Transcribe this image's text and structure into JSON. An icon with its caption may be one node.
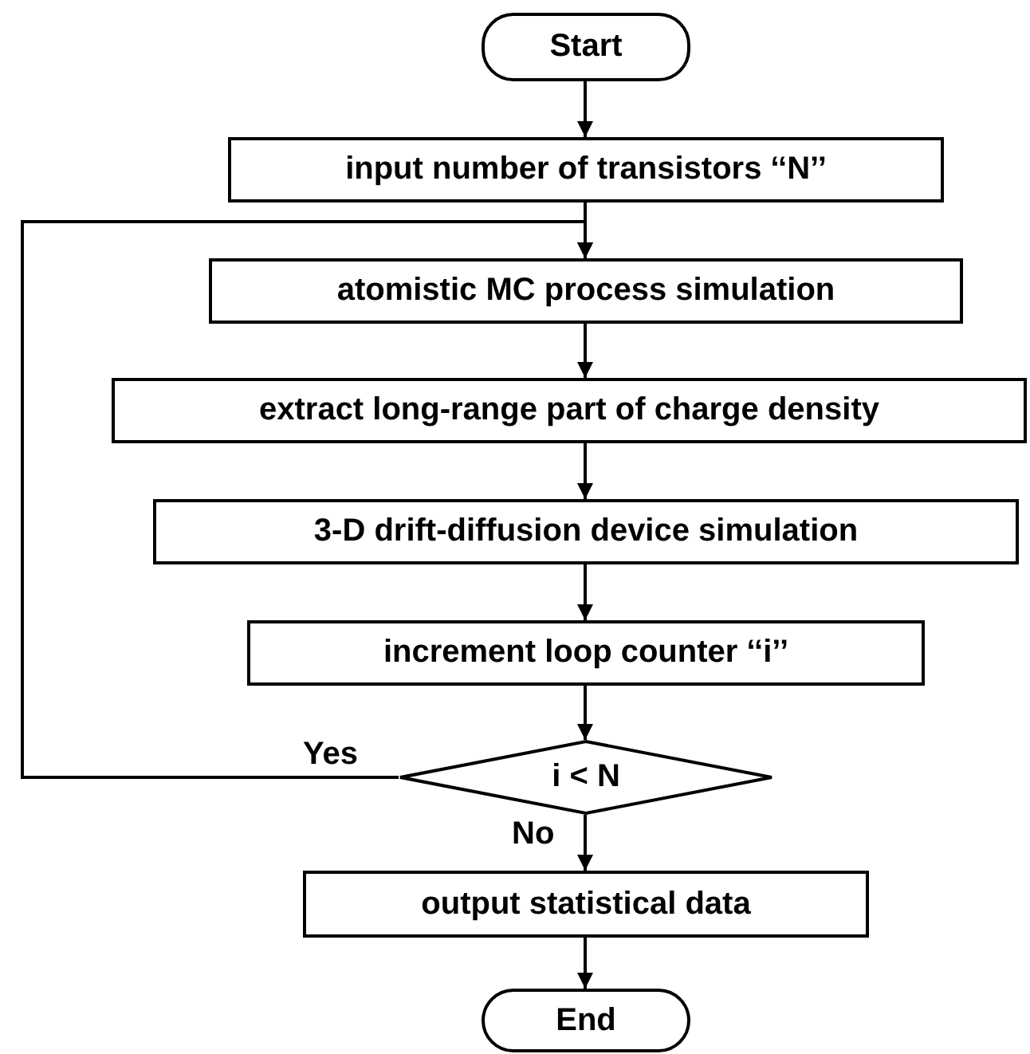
{
  "diagram": {
    "nodes": [
      {
        "text": [
          "Start"
        ]
      },
      {
        "text": [
          "input number of transistors ‘‘N’’"
        ]
      },
      {
        "text": [
          "atomistic MC process simulation"
        ]
      },
      {
        "text": [
          "extract long-range part of charge density"
        ]
      },
      {
        "text": [
          "3-D drift-diffusion device simulation"
        ]
      },
      {
        "text": [
          "increment loop counter ‘‘i’’"
        ]
      },
      {
        "text": [
          "i < N"
        ]
      },
      {
        "text": [
          "output statistical data"
        ]
      },
      {
        "text": [
          "End"
        ]
      }
    ],
    "edges": [
      {
        "from": 0,
        "to": 1,
        "arrow": "to"
      },
      {
        "from": 1,
        "to": 2,
        "arrow": "to"
      },
      {
        "from": 2,
        "to": 3,
        "arrow": "to"
      },
      {
        "from": 3,
        "to": 4,
        "arrow": "to"
      },
      {
        "from": 4,
        "to": 5,
        "arrow": "to"
      },
      {
        "from": 5,
        "to": 6,
        "arrow": "to"
      },
      {
        "from": 6,
        "to": 2,
        "label": "Yes",
        "arrow": "to"
      },
      {
        "from": 6,
        "to": 7,
        "label": "No",
        "arrow": "to"
      },
      {
        "from": 7,
        "to": 8,
        "arrow": "to"
      }
    ]
  }
}
